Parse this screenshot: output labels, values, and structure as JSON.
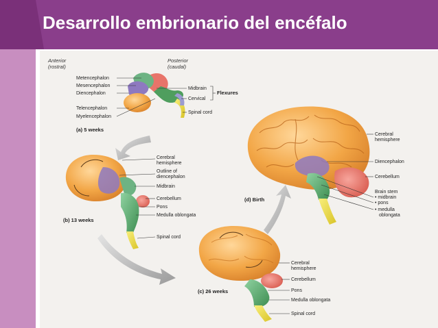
{
  "slide": {
    "title": "Desarrollo embrionario del encéfalo"
  },
  "orientation": {
    "anterior": "Anterior",
    "rostral": "(rostral)",
    "posterior": "Posterior",
    "caudal": "(caudal)"
  },
  "panel_a": {
    "caption": "(a) 5 weeks",
    "labels_left": [
      "Metencephalon",
      "Mesencephalon",
      "Diencephalon",
      "Telencephalon",
      "Myelencephalon"
    ],
    "labels_right": [
      "Midbrain",
      "Cervical",
      "Spinal cord"
    ],
    "flexures": "Flexures"
  },
  "panel_b": {
    "caption": "(b) 13 weeks",
    "labels": [
      "Cerebral",
      "hemisphere",
      "Outline of",
      "diencephalon",
      "Midbrain",
      "Cerebellum",
      "Pons",
      "Medulla oblongata",
      "Spinal cord"
    ]
  },
  "panel_c": {
    "caption": "(c) 26 weeks",
    "labels": [
      "Cerebral",
      "hemisphere",
      "Cerebellum",
      "Pons",
      "Medulla oblongata",
      "Spinal cord"
    ]
  },
  "panel_d": {
    "caption": "(d) Birth",
    "labels": [
      "Cerebral",
      "hemisphere",
      "Diencephalon",
      "Cerebellum",
      "Brain stem",
      "• midbrain",
      "• pons",
      "• medulla",
      "oblongata"
    ]
  },
  "colors": {
    "header": "#8a3e8b",
    "side_bar": "#c88ec0",
    "cerebrum": "#f2a646",
    "diencephalon": "#8e79c0",
    "midbrain": "#6db383",
    "cerebellum": "#e8746a",
    "medulla": "#4f9e5e",
    "spinal_cord": "#f0e24a"
  }
}
